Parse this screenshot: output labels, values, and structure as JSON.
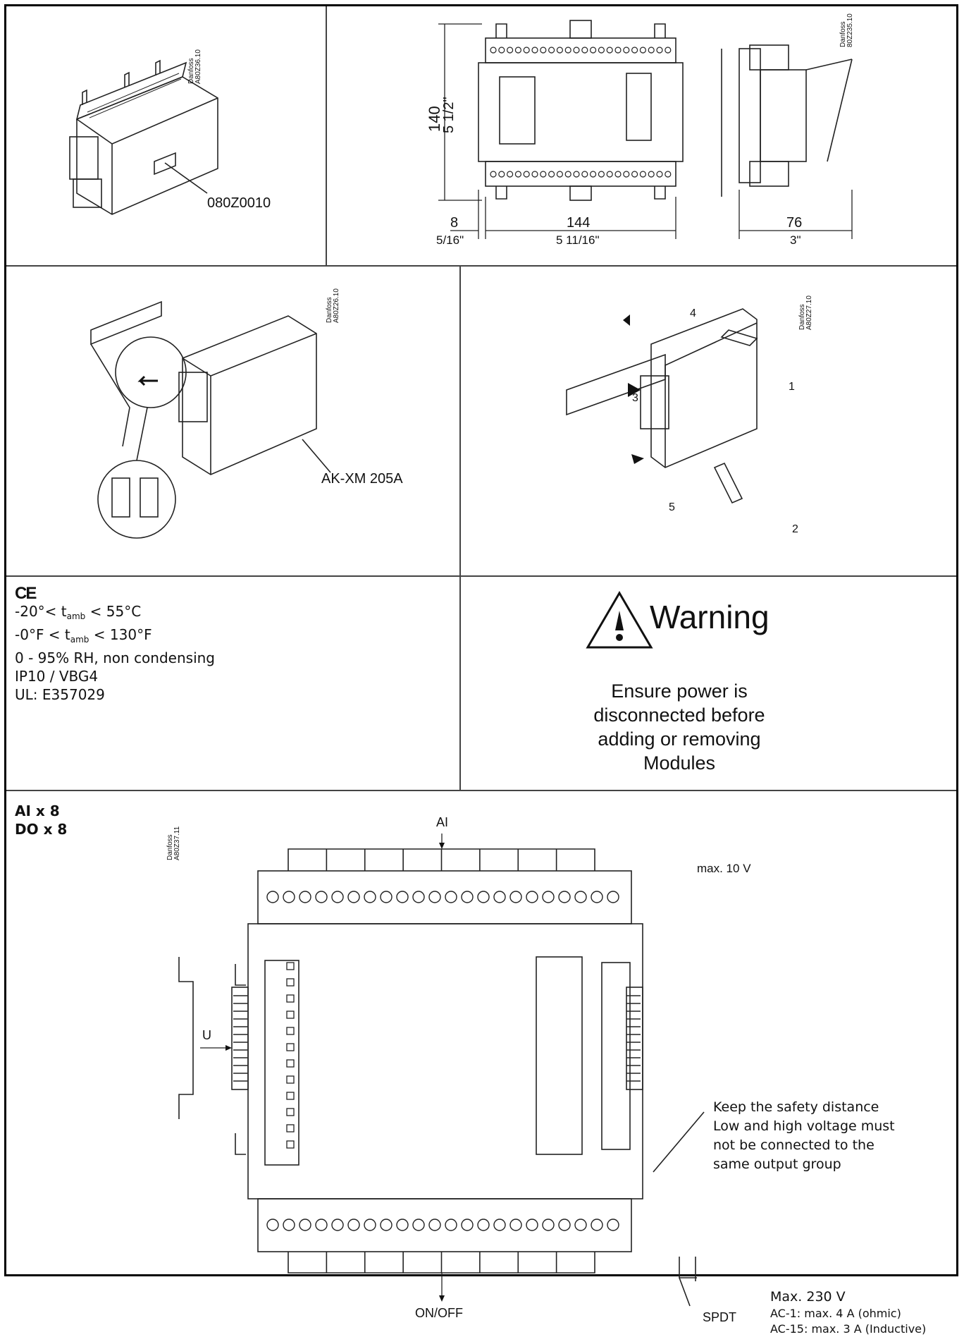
{
  "panel1": {
    "caption": "Danfoss\nA80Z36.10",
    "part_number": "080Z0010"
  },
  "panel2": {
    "caption": "Danfoss\n80Z235.10",
    "height_mm": "140",
    "height_in": "5 1/2\"",
    "side_mm": "8",
    "side_in": "5/16\"",
    "width_mm": "144",
    "width_in": "5 11/16\"",
    "depth_mm": "76",
    "depth_in": "3\""
  },
  "panel3": {
    "caption": "Danfoss\nA80Z26.10",
    "module_label": "AK-XM 205A"
  },
  "panel4": {
    "caption": "Danfoss\nA80Z27.10",
    "steps": [
      "1",
      "2",
      "3",
      "4",
      "5"
    ]
  },
  "specs": {
    "ce_mark": "CE",
    "temp_c_prefix": "-20°< t",
    "temp_c_sub": "amb",
    "temp_c_suffix": " < 55°C",
    "temp_f_prefix": "-0°F < t",
    "temp_f_sub": "amb",
    "temp_f_suffix": " < 130°F",
    "humidity": "0 - 95% RH, non condensing",
    "ip": "IP10 / VBG4",
    "ul": "UL: E357029"
  },
  "warning": {
    "title": "Warning",
    "lines": [
      "Ensure power is",
      "disconnected before",
      "adding or removing",
      "Modules"
    ]
  },
  "wiring": {
    "caption": "Danfoss\nA80Z37.11",
    "ai_count": "AI x 8",
    "do_count": "DO x 8",
    "ai_label": "AI",
    "max_input": "max. 10 V",
    "u_label": "U",
    "onoff_label": "ON/OFF",
    "safety_lines": [
      "Keep the safety distance",
      "Low and high voltage must",
      "not be connected to the",
      "same output group"
    ],
    "spdt_label": "SPDT",
    "rating_lines": [
      "Max. 230 V",
      "AC-1: max. 4 A (ohmic)",
      "AC-15: max. 3 A (Inductive)"
    ]
  }
}
